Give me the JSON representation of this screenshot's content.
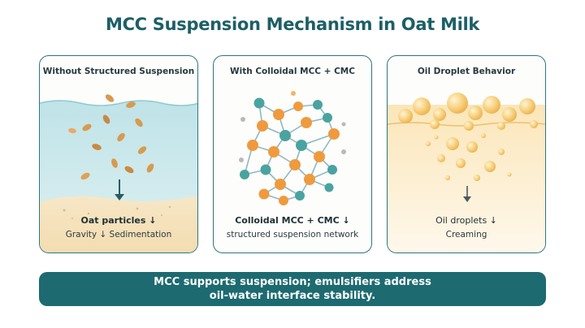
{
  "title": "MCC Suspension Mechanism in Oat Milk",
  "panels": [
    {
      "title": "Without Structured Suspension",
      "caption_main": "Oat particles ↓",
      "caption_sub": "Gravity ↓ Sedimentation"
    },
    {
      "title": "With Colloidal MCC + CMC",
      "caption_main": "Colloidal MCC + CMC ↓",
      "caption_sub": "structured suspension network"
    },
    {
      "title": "Oil Droplet Behavior",
      "caption_main": "Oil droplets ↓",
      "caption_sub": "Creaming"
    }
  ],
  "banner": {
    "line1": "MCC supports suspension; emulsifiers address",
    "line2": "oil-water interface stability."
  },
  "colors": {
    "title": "#1d5f66",
    "border": "#2f7680",
    "banner": "#1d6a71",
    "teal_node": "#4aa3a0",
    "orange_node": "#f09a3e",
    "oil": "#f5c56a"
  }
}
